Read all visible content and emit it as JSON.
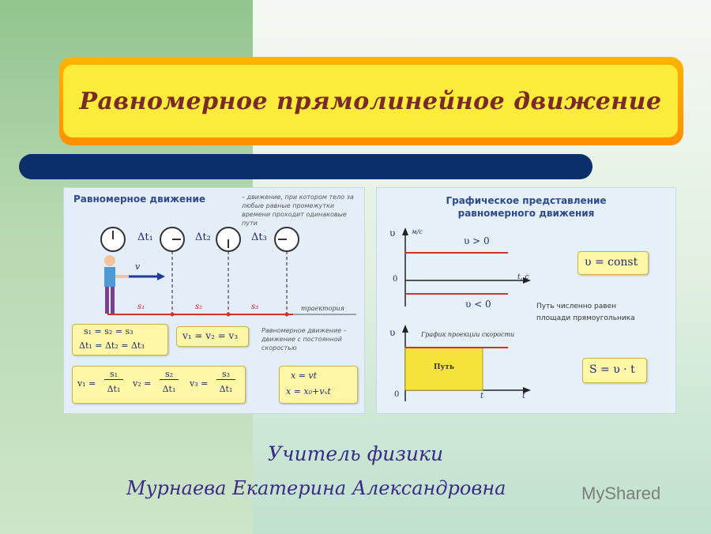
{
  "slide": {
    "title": "Равномерное прямолинейное движение",
    "colors": {
      "banner": "#fbec3b",
      "title_text": "#7a2b28",
      "bar": "#0a2f6b",
      "footer_text": "#3a2a8a"
    }
  },
  "left_panel": {
    "title": "Равномерное движение",
    "definition_note": "– движение, при котором тело за любые равные промежутки времени проходит одинаковые пути",
    "dt_labels": [
      "Δt₁",
      "Δt₂",
      "Δt₃"
    ],
    "velocity_label": "v",
    "s_labels": [
      "s₁",
      "s₂",
      "s₃"
    ],
    "trajectory_label": "траектория",
    "ratio_formula_top": "s₁ = s₂ = s₃",
    "ratio_formula_bottom": "Δt₁ = Δt₂ = Δt₃",
    "v_equal_formula": "v₁ = v₂ = v₃",
    "caption": "Равномерное движение – движение с постоянной скоростью",
    "v_formulas": [
      {
        "left": "v₁ =",
        "num": "s₁",
        "den": "Δt₁"
      },
      {
        "left": "v₂ =",
        "num": "s₂",
        "den": "Δt₁"
      },
      {
        "left": "v₃ =",
        "num": "s₃",
        "den": "Δt₁"
      }
    ],
    "x_formulas": [
      "x = vt",
      "x = x₀+vₓt"
    ]
  },
  "right_panel": {
    "title_line1": "Графическое представление",
    "title_line2": "равномерного движения",
    "top_graph": {
      "y_axis": "υ",
      "y_unit": "м/с",
      "x_unit": "t, с",
      "origin": "0",
      "pos_label": "υ > 0",
      "neg_label": "υ < 0"
    },
    "const_formula": "υ = const",
    "path_note_line1": "Путь численно равен",
    "path_note_line2": "площади прямоугольника",
    "bottom_graph": {
      "y_axis": "υ",
      "caption": "График проекции скорости",
      "area_label": "Путь",
      "origin": "0",
      "t_mark": "t",
      "x_axis": "t"
    },
    "s_formula": "S = υ · t"
  },
  "footer": {
    "line1": "Учитель физики",
    "line2": "Мурнаева Екатерина Александровна"
  },
  "watermark": "MyShared"
}
